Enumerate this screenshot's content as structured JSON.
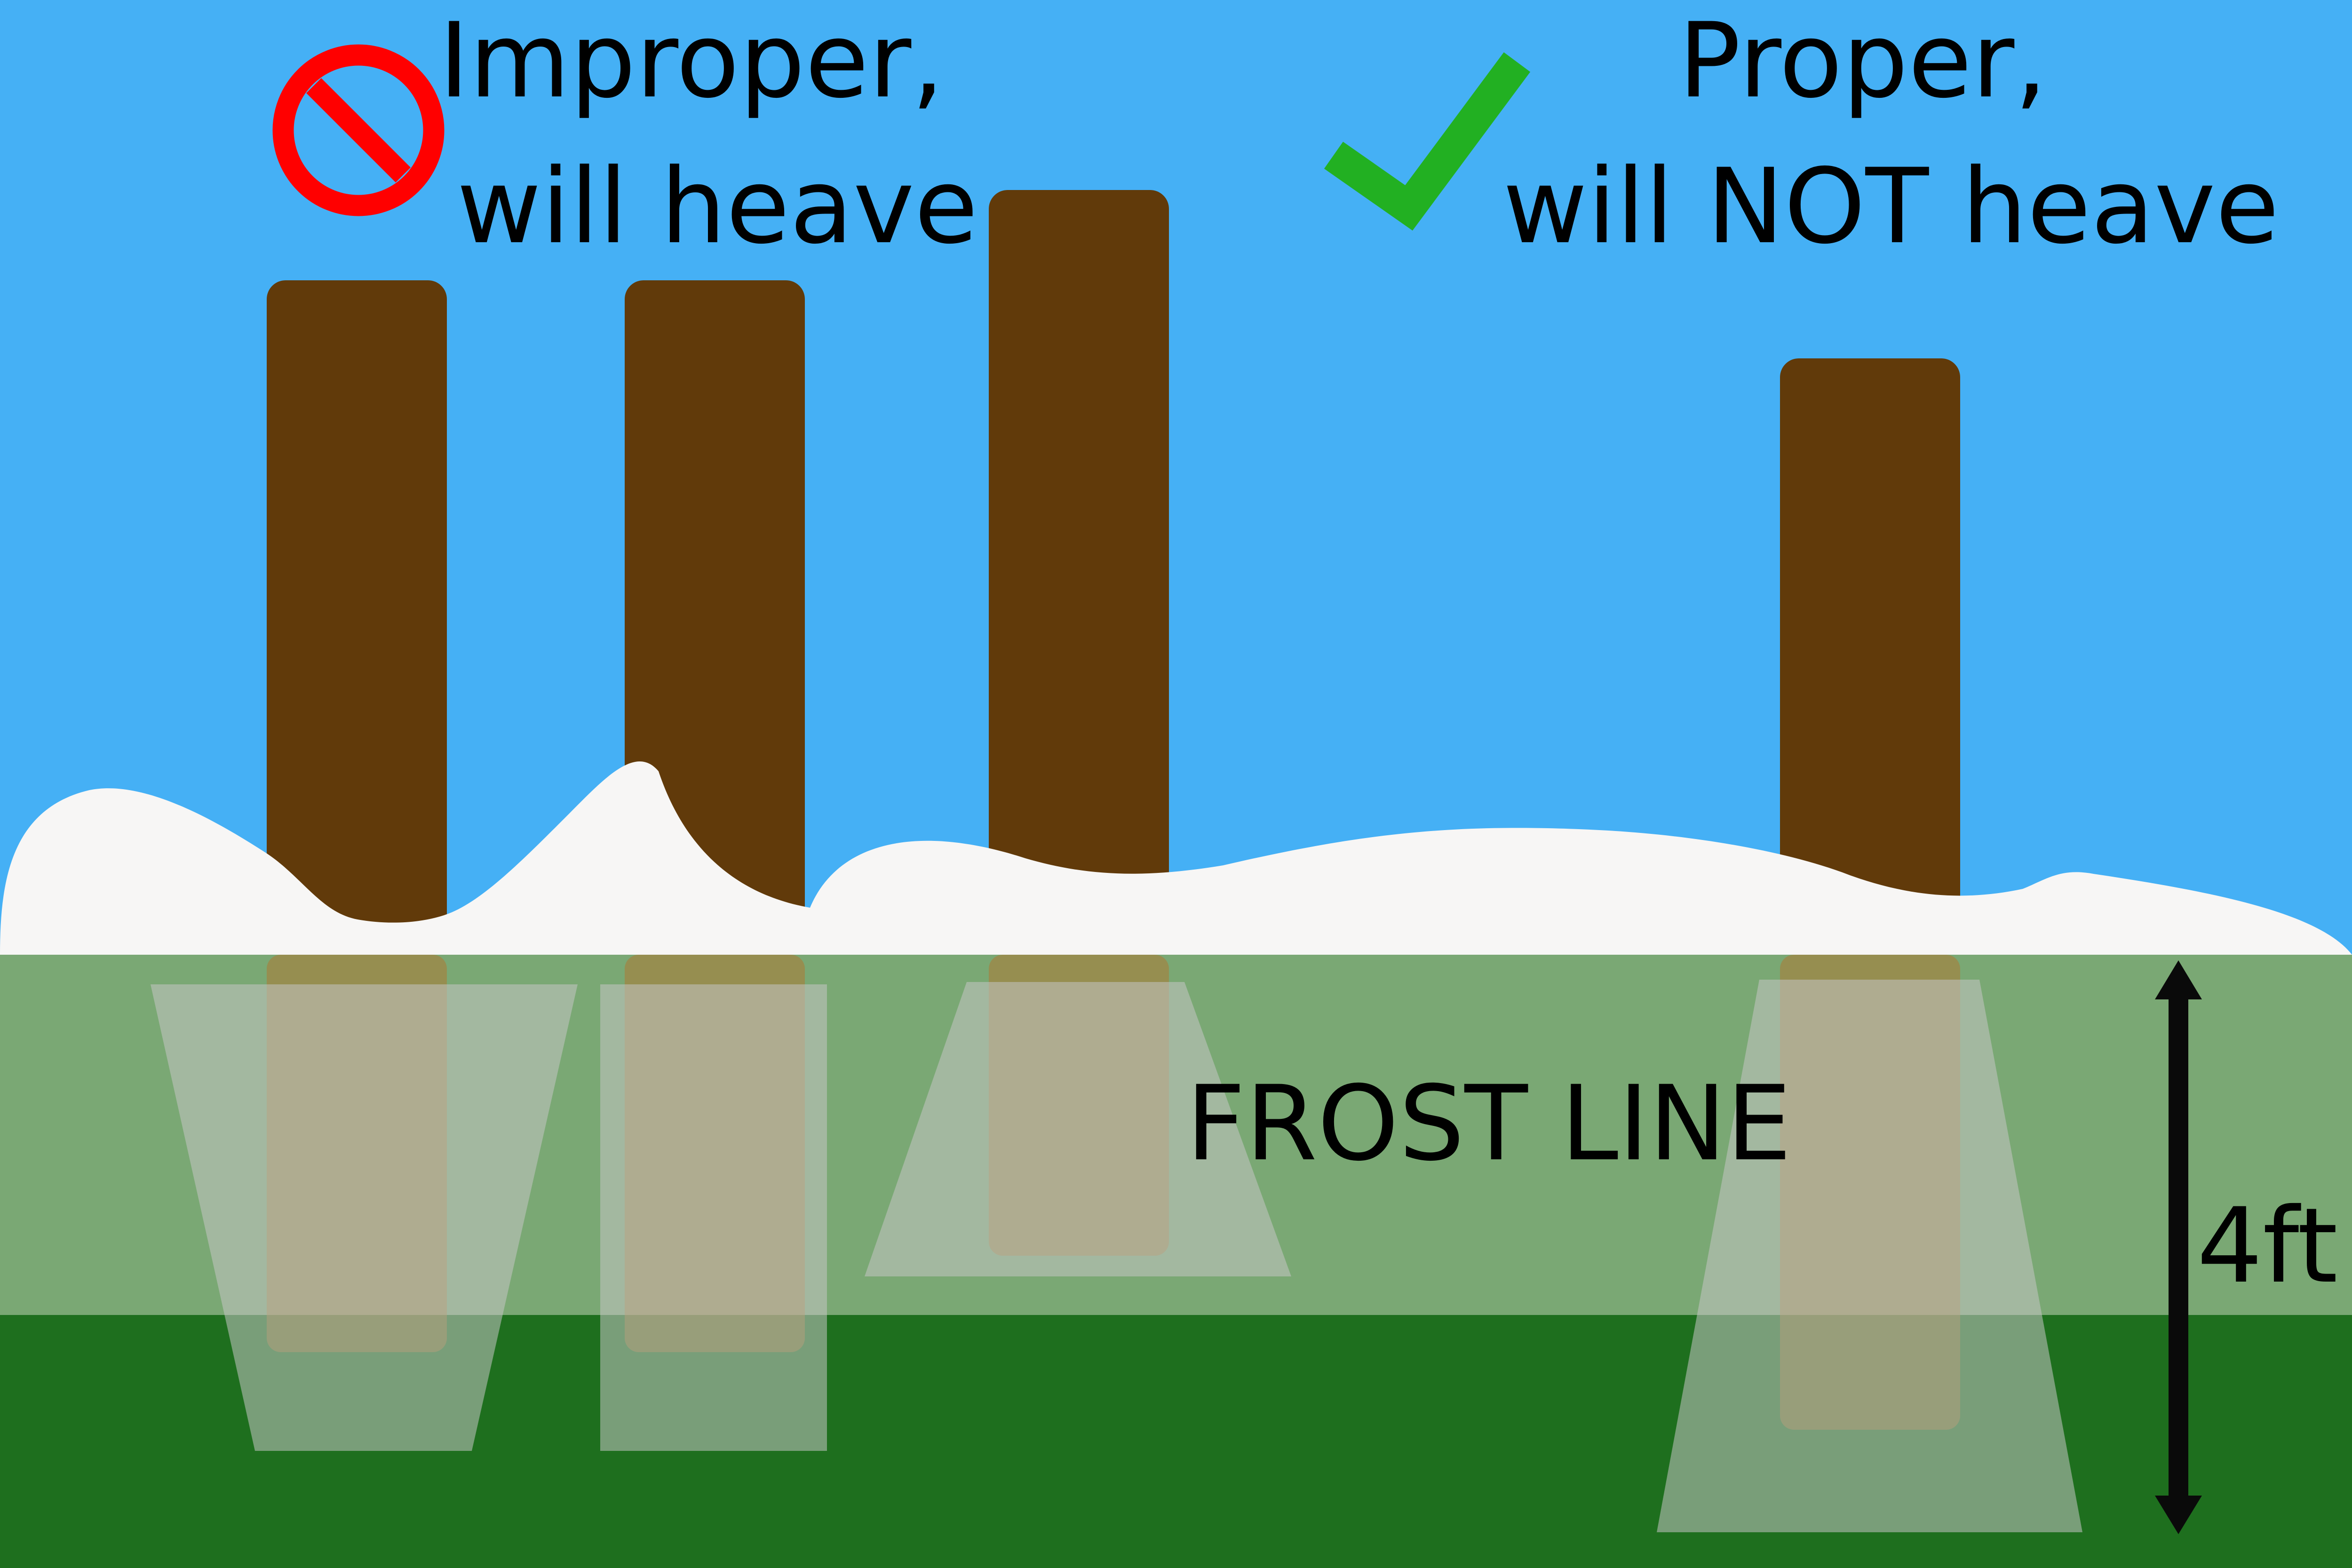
{
  "labels": {
    "improper_line1": "Improper,",
    "improper_line2": "will heave",
    "proper_line1": "Proper,",
    "proper_line2": "will NOT heave",
    "frost_line": "FROST LINE",
    "depth": "4ft"
  },
  "icons": {
    "improper": "no-entry-icon",
    "proper": "checkmark-icon"
  },
  "colors": {
    "sky": "#45B0F5",
    "snow": "#F7F6F5",
    "frost_zone": "#7AA874",
    "deep_soil": "#1E6F1E",
    "post": "#613A0A",
    "concrete": "#C4C4C4",
    "no_entry": "#FF0000",
    "check": "#22B022",
    "arrow": "#0A0A0A"
  }
}
